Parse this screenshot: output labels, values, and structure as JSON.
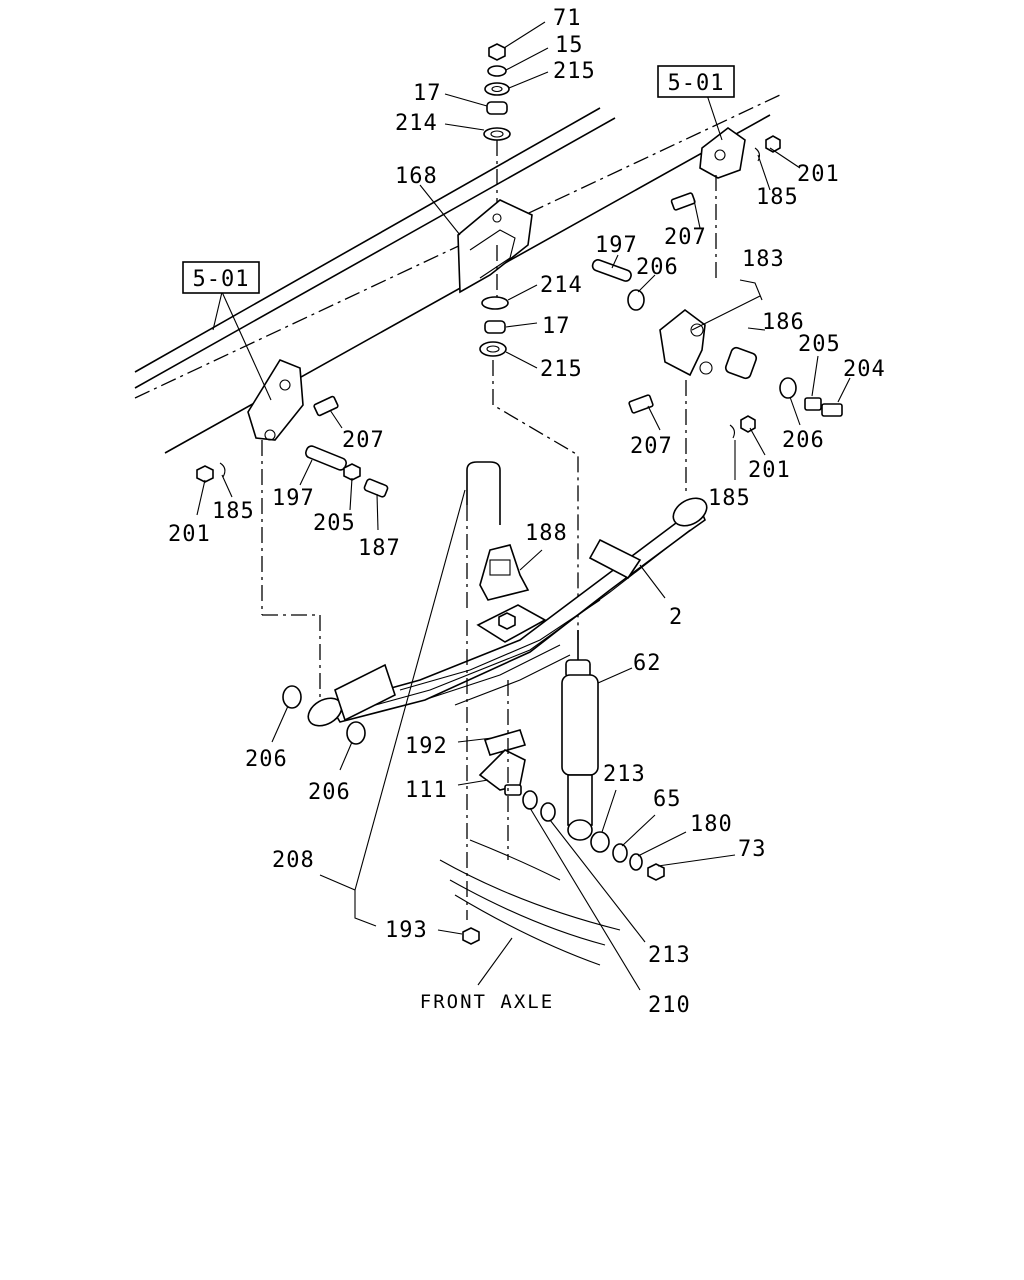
{
  "diagram": {
    "reference_labels": [
      "5-01",
      "5-01"
    ],
    "callouts": [
      "71",
      "15",
      "215",
      "17",
      "214",
      "168",
      "214",
      "17",
      "215",
      "201",
      "185",
      "207",
      "197",
      "206",
      "183",
      "186",
      "205",
      "204",
      "207",
      "206",
      "201",
      "185",
      "207",
      "201",
      "185",
      "197",
      "205",
      "187",
      "188",
      "2",
      "62",
      "206",
      "206",
      "192",
      "111",
      "213",
      "65",
      "180",
      "73",
      "208",
      "193",
      "213",
      "210"
    ],
    "caption": "FRONT AXLE"
  }
}
